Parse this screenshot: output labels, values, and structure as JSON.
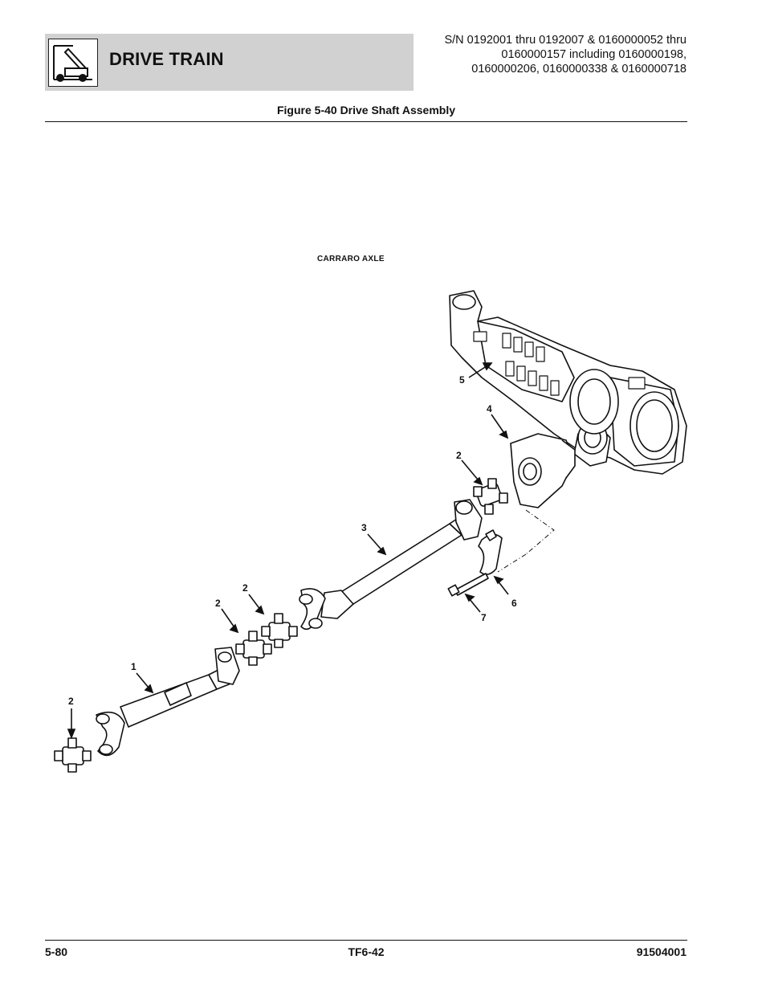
{
  "header": {
    "section_title": "DRIVE TRAIN",
    "serial_lines": [
      "S/N 0192001 thru 0192007 & 0160000052 thru",
      "0160000157 including 0160000198,",
      "0160000206, 0160000338 & 0160000718"
    ],
    "logo_icon": "forklift-icon"
  },
  "figure": {
    "title": "Figure 5-40 Drive Shaft Assembly",
    "axle_label": "CARRARO AXLE",
    "callouts": [
      "5",
      "4",
      "2",
      "3",
      "6",
      "7",
      "2",
      "2",
      "1",
      "2"
    ]
  },
  "footer": {
    "page_number": "5-80",
    "center_code": "TF6-42",
    "doc_number": "91504001"
  }
}
